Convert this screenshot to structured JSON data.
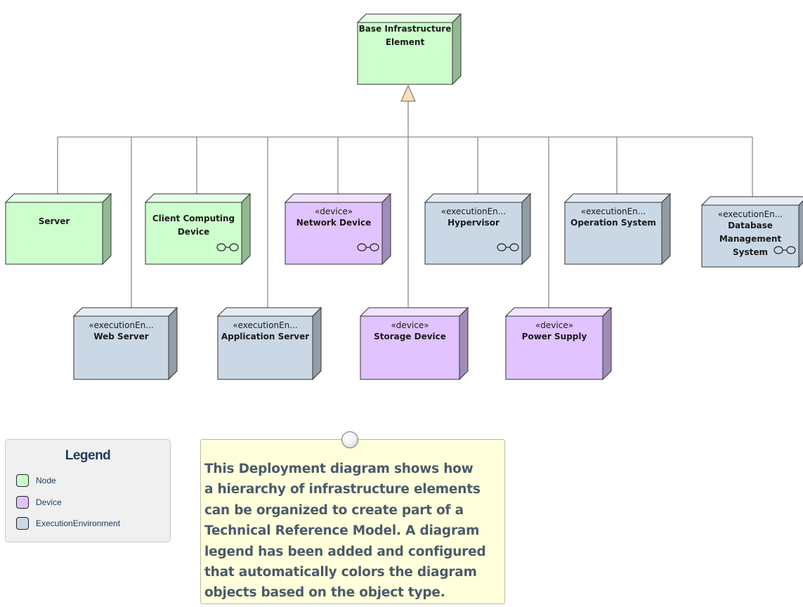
{
  "colors": {
    "node": "#ccffcc",
    "device": "#e0c3ff",
    "execution_environment": "#cad8e6",
    "note": "#ffffdc",
    "generalization_arrow": "#ffe0b3"
  },
  "nodes": [
    {
      "id": "base",
      "stereotype": "",
      "name": "Base Infrastructure Element",
      "kind": "node",
      "icon": ""
    },
    {
      "id": "server",
      "stereotype": "",
      "name": "Server",
      "kind": "node",
      "icon": ""
    },
    {
      "id": "client",
      "stereotype": "",
      "name": "Client Computing Device",
      "kind": "node",
      "icon": "composite-icon"
    },
    {
      "id": "network",
      "stereotype": "«device»",
      "name": "Network Device",
      "kind": "device",
      "icon": "composite-icon"
    },
    {
      "id": "hypervisor",
      "stereotype": "«executionEn...",
      "name": "Hypervisor",
      "kind": "execution_environment",
      "icon": "composite-icon"
    },
    {
      "id": "os",
      "stereotype": "«executionEn...",
      "name": "Operation System",
      "kind": "execution_environment",
      "icon": ""
    },
    {
      "id": "dbms",
      "stereotype": "«executionEn...",
      "name": "Database Management System",
      "kind": "execution_environment",
      "icon": "composite-icon"
    },
    {
      "id": "webserver",
      "stereotype": "«executionEn...",
      "name": "Web Server",
      "kind": "execution_environment",
      "icon": ""
    },
    {
      "id": "appserver",
      "stereotype": "«executionEn...",
      "name": "Application Server",
      "kind": "execution_environment",
      "icon": ""
    },
    {
      "id": "storage",
      "stereotype": "«device»",
      "name": "Storage Device",
      "kind": "device",
      "icon": ""
    },
    {
      "id": "power",
      "stereotype": "«device»",
      "name": "Power Supply",
      "kind": "device",
      "icon": ""
    }
  ],
  "generalizations": [
    {
      "from": "server",
      "to": "base"
    },
    {
      "from": "webserver",
      "to": "base"
    },
    {
      "from": "client",
      "to": "base"
    },
    {
      "from": "appserver",
      "to": "base"
    },
    {
      "from": "network",
      "to": "base"
    },
    {
      "from": "storage",
      "to": "base"
    },
    {
      "from": "hypervisor",
      "to": "base"
    },
    {
      "from": "power",
      "to": "base"
    },
    {
      "from": "os",
      "to": "base"
    },
    {
      "from": "dbms",
      "to": "base"
    }
  ],
  "legend": {
    "title": "Legend",
    "items": [
      {
        "label": "Node",
        "color": "#ccffcc"
      },
      {
        "label": "Device",
        "color": "#e0c3ff"
      },
      {
        "label": "ExecutionEnvironment",
        "color": "#cad8e6"
      }
    ]
  },
  "note": {
    "text": "This Deployment diagram shows how\na hierarchy of infrastructure elements\ncan be organized to create part of a\nTechnical Reference Model. A diagram\nlegend has been added and configured\nthat automatically colors the diagram\nobjects based on the object type."
  }
}
